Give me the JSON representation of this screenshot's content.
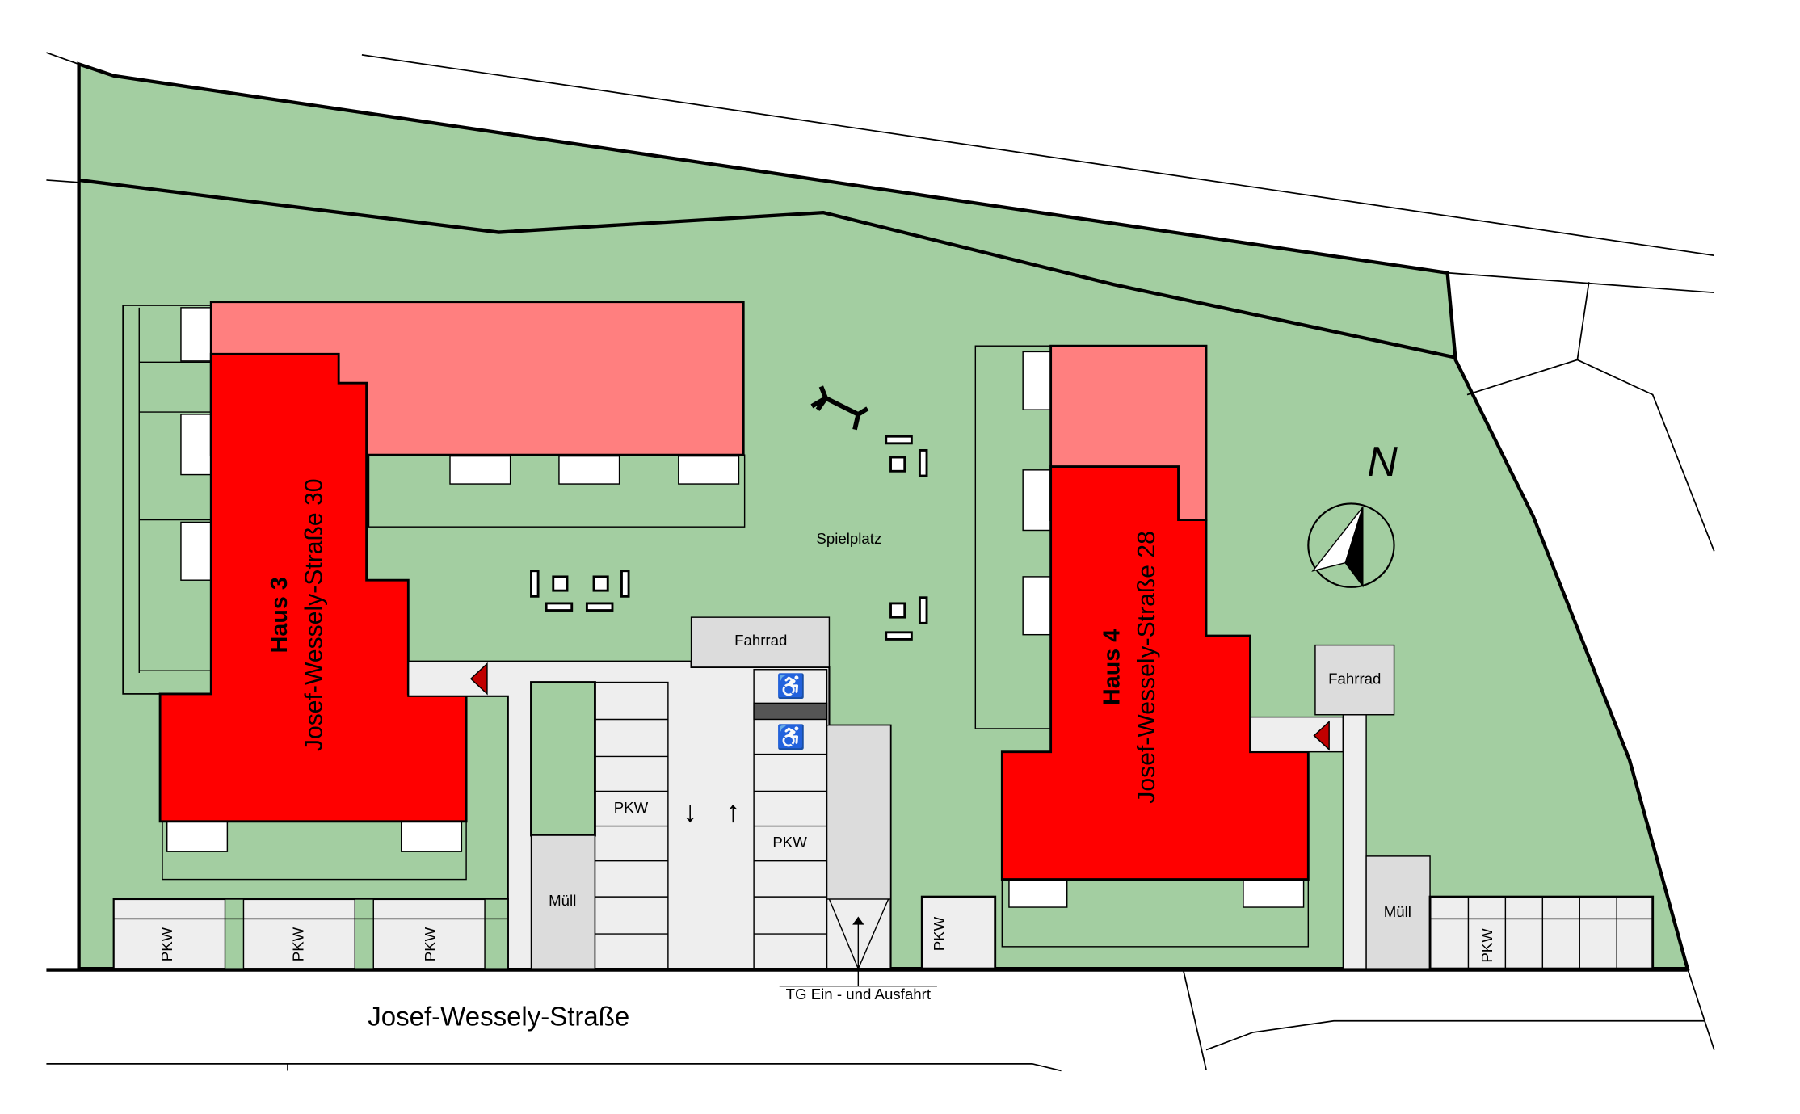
{
  "street": "Josef-Wessely-Straße",
  "north_label": "N",
  "colors": {
    "lawn": "#a3cea1",
    "building": "#ff0000",
    "building_light": "#ff7f7f",
    "paved": "#eeeeee",
    "box": "#dcdcdc"
  },
  "haus3": {
    "name": "Haus 3",
    "address": "Josef-Wessely-Straße 30"
  },
  "haus4": {
    "name": "Haus 4",
    "address": "Josef-Wessely-Straße 28"
  },
  "labels": {
    "spielplatz": "Spielplatz",
    "fahrrad_1": "Fahrrad",
    "fahrrad_2": "Fahrrad",
    "muell_1": "Müll",
    "muell_2": "Müll",
    "pkw": "PKW",
    "tg": "TG Ein - und Ausfahrt"
  }
}
